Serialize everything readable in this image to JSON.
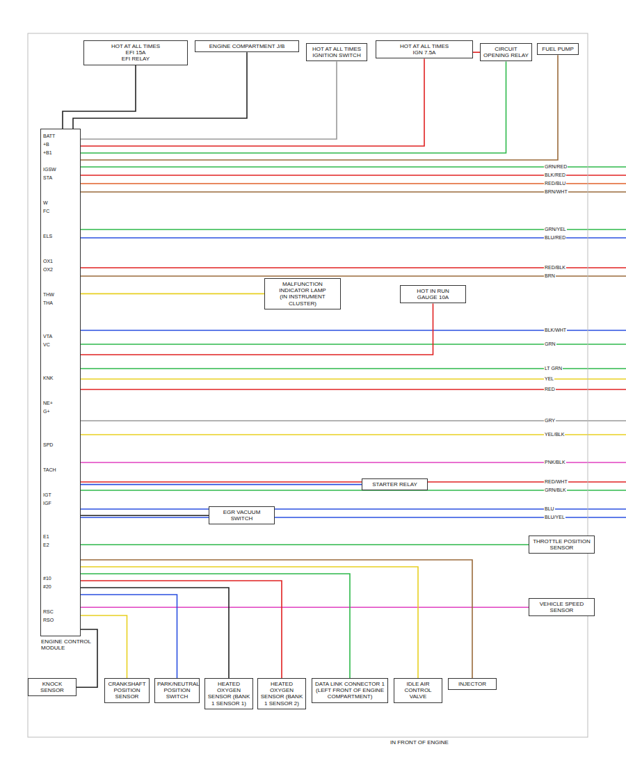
{
  "diagram": {
    "nodes": [
      {
        "text": [
          "ENGINE CONTROL MODULE"
        ]
      },
      {
        "text": [
          "HOT AT ALL TIMES",
          "EFI 15A",
          "EFI RELAY"
        ]
      },
      {
        "text": [
          "ENGINE COMPARTMENT J/B"
        ]
      },
      {
        "text": [
          "HOT AT ALL TIMES",
          "IGNITION SWITCH"
        ]
      },
      {
        "text": [
          "HOT AT ALL TIMES",
          "IGN 7.5A"
        ]
      },
      {
        "text": [
          "CIRCUIT OPENING RELAY"
        ]
      },
      {
        "text": [
          "FUEL PUMP"
        ]
      },
      {
        "text": [
          "MALFUNCTION INDICATOR LAMP",
          "(IN INSTRUMENT CLUSTER)"
        ]
      },
      {
        "text": [
          "HOT IN RUN",
          "GAUGE 10A"
        ]
      },
      {
        "text": [
          "STARTER RELAY"
        ]
      },
      {
        "text": [
          "EGR VACUUM SWITCH"
        ]
      },
      {
        "text": [
          "THROTTLE POSITION SENSOR"
        ]
      },
      {
        "text": [
          "VEHICLE SPEED SENSOR"
        ]
      },
      {
        "text": [
          "KNOCK SENSOR"
        ]
      },
      {
        "text": [
          "CRANKSHAFT POSITION SENSOR"
        ]
      },
      {
        "text": [
          "PARK/NEUTRAL POSITION SWITCH"
        ]
      },
      {
        "text": [
          "HEATED OXYGEN SENSOR (BANK 1 SENSOR 1)"
        ]
      },
      {
        "text": [
          "HEATED OXYGEN SENSOR (BANK 1 SENSOR 2)"
        ]
      },
      {
        "text": [
          "DATA LINK CONNECTOR 1",
          "(LEFT FRONT OF ENGINE COMPARTMENT)"
        ]
      },
      {
        "text": [
          "IDLE AIR CONTROL VALVE"
        ]
      },
      {
        "text": [
          "INJECTOR"
        ]
      }
    ],
    "edges": [
      {
        "from": 0,
        "to": 1,
        "arrow": "none"
      },
      {
        "from": 0,
        "to": 2,
        "arrow": "none"
      },
      {
        "from": 0,
        "to": 3,
        "arrow": "none"
      },
      {
        "from": 0,
        "to": 4,
        "arrow": "none"
      },
      {
        "from": 0,
        "to": 5,
        "arrow": "none"
      },
      {
        "from": 0,
        "to": 6,
        "arrow": "none"
      },
      {
        "from": 0,
        "to": 7,
        "arrow": "none"
      },
      {
        "from": 0,
        "to": 8,
        "arrow": "none"
      },
      {
        "from": 0,
        "to": 9,
        "arrow": "none"
      },
      {
        "from": 0,
        "to": 10,
        "arrow": "none"
      },
      {
        "from": 0,
        "to": 11,
        "arrow": "none"
      },
      {
        "from": 0,
        "to": 12,
        "arrow": "none"
      },
      {
        "from": 0,
        "to": 13,
        "arrow": "none"
      },
      {
        "from": 0,
        "to": 14,
        "arrow": "none"
      },
      {
        "from": 0,
        "to": 15,
        "arrow": "none"
      },
      {
        "from": 0,
        "to": 16,
        "arrow": "none"
      },
      {
        "from": 0,
        "to": 17,
        "arrow": "none"
      },
      {
        "from": 0,
        "to": 18,
        "arrow": "none"
      },
      {
        "from": 0,
        "to": 19,
        "arrow": "none"
      },
      {
        "from": 0,
        "to": 20,
        "arrow": "none"
      },
      {
        "from": 4,
        "to": 5,
        "arrow": "none"
      }
    ],
    "labels": [
      "BATT",
      "+B",
      "+B1",
      "IGSW",
      "STA",
      "W",
      "FC",
      "ELS",
      "OX1",
      "OX2",
      "THW",
      "THA",
      "VTA",
      "VC",
      "KNK",
      "NE+",
      "G+",
      "SPD",
      "TACH",
      "IGT",
      "IGF",
      "E1",
      "E2",
      "#10",
      "#20",
      "RSC",
      "RSO",
      "GRN/RED",
      "BLK/RED",
      "RED/BLU",
      "BRN/WHT",
      "GRN/YEL",
      "BLU/RED",
      "RED/BLK",
      "BRN",
      "BLK/WHT",
      "GRN",
      "LT GRN",
      "YEL",
      "RED",
      "GRY",
      "YEL/BLK",
      "PNK/BLK",
      "RED/WHT",
      "GRN/BLK",
      "BLU",
      "BLU/YEL",
      "IN FRONT OF ENGINE"
    ]
  }
}
